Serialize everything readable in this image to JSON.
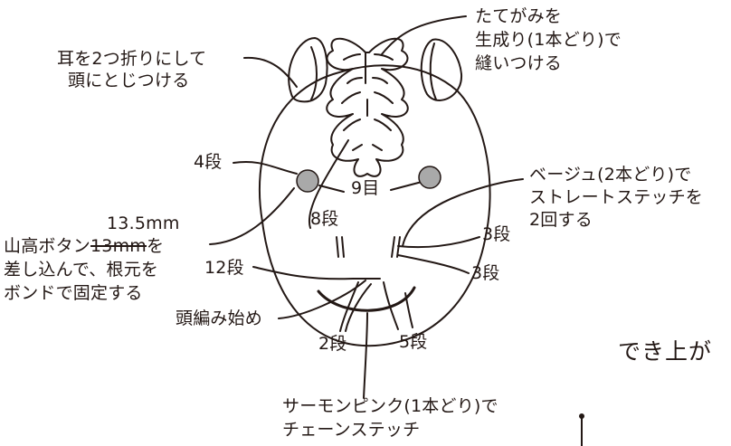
{
  "colors": {
    "ink": "#231815",
    "button_fill": "#a9a9a9"
  },
  "labels": {
    "ear_fold": [
      "耳を2つ折りにして",
      "頭にとじつける"
    ],
    "mane": [
      "たてがみを",
      "生成り(1本どり)で",
      "縫いつける"
    ],
    "beige_stitch": [
      "ベージュ(2本どり)で",
      "ストレートステッチを",
      "2回する"
    ],
    "row_4": "4段",
    "button_size_new": "13.5mm",
    "button_line1_prefix": "山高ボタン",
    "button_size_old": "13mm",
    "button_line1_suffix": "を",
    "button_line2": "差し込んで、根元を",
    "button_line3": "ボンドで固定する",
    "stitch_9": "9目",
    "row_8": "8段",
    "row_3_upper": "3段",
    "row_3_lower": "3段",
    "row_12": "12段",
    "head_start": "頭編み始め",
    "row_2": "2段",
    "row_5": "5段",
    "salmon_pink": [
      "サーモンピンク(1本どり)で",
      "チェーンステッチ"
    ],
    "finished": "でき上が"
  }
}
